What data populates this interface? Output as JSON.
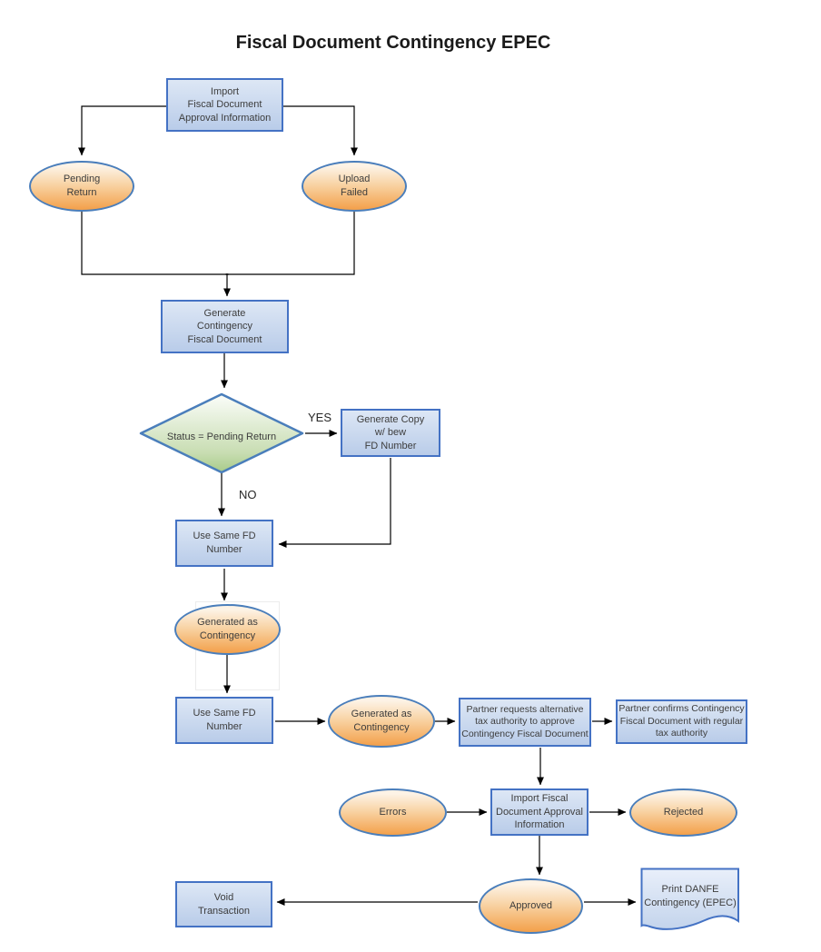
{
  "title": "Fiscal Document Contingency EPEC",
  "edge_labels": {
    "yes": "YES",
    "no": "NO"
  },
  "nodes": {
    "import_top": {
      "label": "Import\nFiscal Document\nApproval Information",
      "shape": "process"
    },
    "pending_return": {
      "label": "Pending\nReturn",
      "shape": "terminator"
    },
    "upload_failed": {
      "label": "Upload\nFailed",
      "shape": "terminator"
    },
    "generate_contingency": {
      "label": "Generate\nContingency\nFiscal Document",
      "shape": "process"
    },
    "decision": {
      "label": "Status = Pending Return",
      "shape": "decision"
    },
    "generate_copy": {
      "label": "Generate Copy\nw/ bew\nFD Number",
      "shape": "process"
    },
    "use_same_fd_1": {
      "label": "Use Same FD\nNumber",
      "shape": "process"
    },
    "generated_contingency_1": {
      "label": "Generated as\nContingency",
      "shape": "terminator"
    },
    "use_same_fd_2": {
      "label": "Use Same FD\nNumber",
      "shape": "process"
    },
    "generated_contingency_2": {
      "label": "Generated as\nContingency",
      "shape": "terminator"
    },
    "partner_requests": {
      "label": "Partner requests alternative\ntax authority to approve\nContingency Fiscal Document",
      "shape": "process"
    },
    "partner_confirms": {
      "label": "Partner confirms Contingency\nFiscal Document with regular\ntax authority",
      "shape": "process"
    },
    "errors": {
      "label": "Errors",
      "shape": "terminator"
    },
    "import_2": {
      "label": "Import Fiscal\nDocument Approval\nInformation",
      "shape": "process"
    },
    "rejected": {
      "label": "Rejected",
      "shape": "terminator"
    },
    "approved": {
      "label": "Approved",
      "shape": "terminator"
    },
    "void_transaction": {
      "label": "Void\nTransaction",
      "shape": "process"
    },
    "print_danfe": {
      "label": "Print DANFE\nContingency (EPEC)",
      "shape": "document"
    }
  },
  "colors": {
    "title": "#1a1a1a",
    "text": "#3d3d3d",
    "arrow": "#000000",
    "box_border": "#4472c4",
    "box_fill_top": "#dde7f5",
    "box_fill_bottom": "#b9cce9",
    "ellipse_border": "#4a7ebb",
    "ellipse_fill_top": "#fdf3e6",
    "ellipse_fill_bottom": "#f3a04a",
    "diamond_border": "#4a7ebb",
    "diamond_fill_top": "#f8fbf5",
    "diamond_fill_bottom": "#a8cb89",
    "doc_fill_top": "#e9effa",
    "doc_fill_bottom": "#c3d4ec"
  }
}
